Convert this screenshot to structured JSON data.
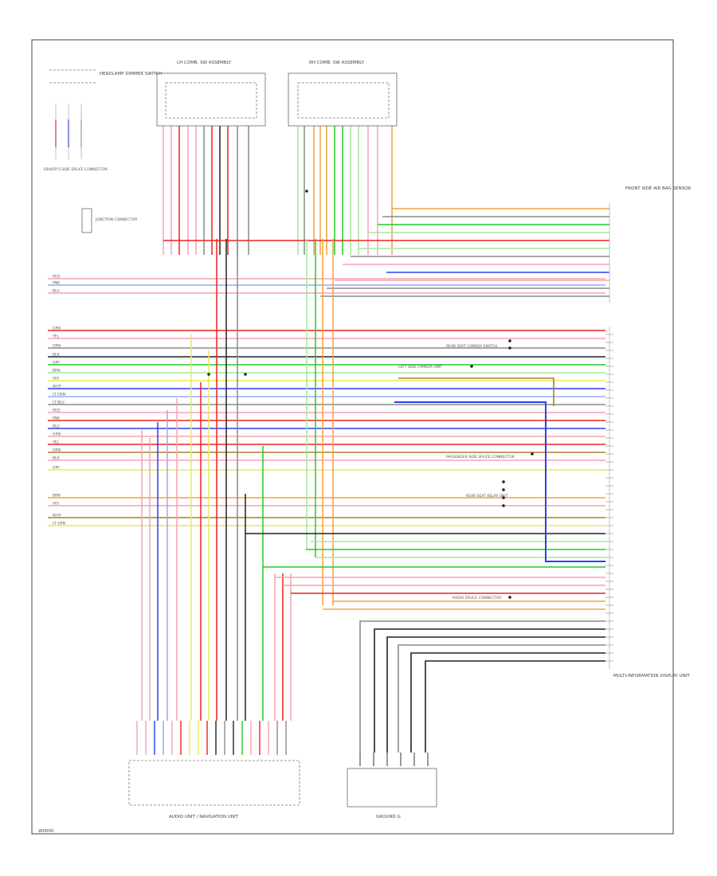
{
  "diagram": {
    "footer_code": "W0000",
    "colors": {
      "red": "#ee2222",
      "pink": "#f5a3b0",
      "blue": "#2b3ff0",
      "lightblue": "#9aa8f2",
      "green": "#22cc22",
      "lightgreen": "#a7e6a0",
      "yellow": "#e8e85c",
      "orange": "#f5a040",
      "black": "#222222",
      "gray": "#8a8a8a",
      "brown": "#b07a2e",
      "violet": "#b58ae0",
      "white": "#d8d8d8"
    },
    "components": {
      "top_left_note": "HEADLAMP DIMMER SWITCH",
      "top_left_connector": "DRIVER'S SIDE SPLICE CONNECTOR",
      "fuse_label": "JUNCTION CONNECTOR",
      "left_combo_switch": "LH COMB. SW ASSEMBLY",
      "right_combo_switch": "RH COMB. SW ASSEMBLY",
      "right_top_unit": "FRONT SIDE AIR BAG SENSOR",
      "main_unit": "MULTI-INFORMATION DISPLAY UNIT",
      "bottom_left_unit": "AUDIO UNIT / NAVIGATION UNIT",
      "bottom_center_unit": "GROUND G",
      "right_mid_1": "REAR SEAT CAMERA SWITCH",
      "right_mid_2": "LEFT SIDE CAMERA UNIT",
      "right_mid_3": "PASSENGER SIDE SPLICE CONNECTOR",
      "right_mid_4": "REAR SEAT RELAY UNIT",
      "right_mid_5": "RADIO SPLICE CONNECTOR"
    },
    "wire_tags": [
      "RED",
      "PNK",
      "BLU",
      "GRN",
      "YEL",
      "ORN",
      "BLK",
      "GRY",
      "BRN",
      "VIO",
      "WHT",
      "LT GRN",
      "LT BLU"
    ]
  }
}
